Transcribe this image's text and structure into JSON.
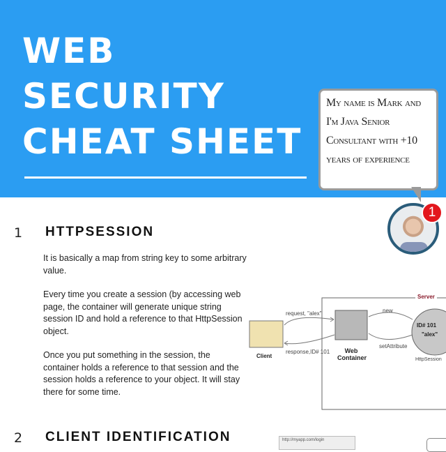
{
  "hero": {
    "title_lines": [
      "WEB",
      "SECURITY",
      "CHEAT SHEET"
    ],
    "bg_color": "#2B9DF2"
  },
  "bubble": {
    "lines": [
      "My name is Mark and",
      "I'm Java Senior",
      "Consultant with +10",
      "years of experience"
    ]
  },
  "avatar": {
    "badge": "1"
  },
  "sections": [
    {
      "number": "1",
      "heading": "HTTPSESSION",
      "paragraphs": [
        "It is basically a map from string key to some arbitrary value.",
        "Every time you create a session (by accessing web page, the container will generate unique string session ID and hold a reference to that HttpSession object.",
        "Once you put something in the session, the container holds a reference to that session and the session holds a reference to your object. It will stay there for some time."
      ]
    },
    {
      "number": "2",
      "heading": "CLIENT IDENTIFICATION"
    }
  ],
  "diagram": {
    "server": "Server",
    "client": "Client",
    "container": "Web Container",
    "session": "HttpSession",
    "session_id": "ID# 101",
    "session_value": "\"alex\"",
    "request": "request, \"alex\"",
    "response": "response,ID# 101",
    "new": "new",
    "set": "setAttribute"
  },
  "thumbnail": {
    "url": "http://myapp.com/login"
  }
}
